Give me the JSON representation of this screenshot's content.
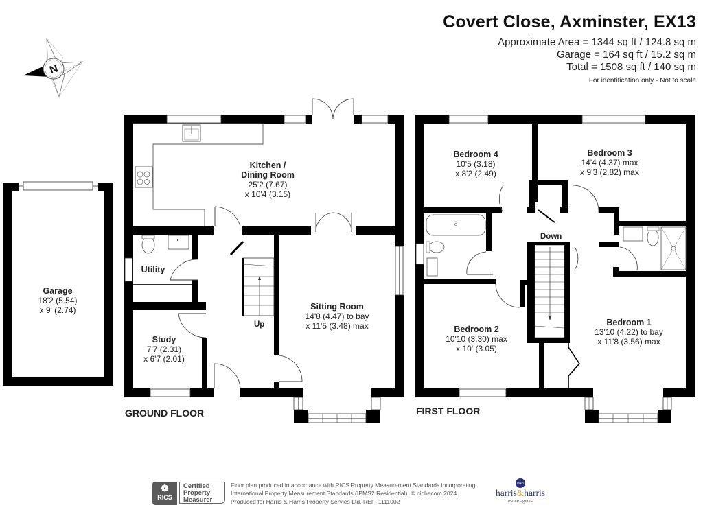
{
  "header": {
    "title": "Covert Close, Axminster, EX13",
    "approximate_area": "Approximate Area = 1344 sq ft / 124.8 sq m",
    "garage_area": "Garage = 164 sq ft / 15.2 sq m",
    "total_area": "Total = 1508 sq ft / 140 sq m",
    "note": "For identification only - Not to scale"
  },
  "compass": {
    "icon": "compass-north-icon",
    "letter": "N"
  },
  "garage": {
    "name": "Garage",
    "dim1": "18'2 (5.54)",
    "dim2": "x 9' (2.74)"
  },
  "ground_floor": {
    "label": "GROUND FLOOR",
    "stairs_label": "Up",
    "rooms": {
      "kitchen": {
        "name1": "Kitchen /",
        "name2": "Dining Room",
        "dim1": "25'2 (7.67)",
        "dim2": "x 10'4 (3.15)"
      },
      "utility": {
        "name": "Utility"
      },
      "study": {
        "name": "Study",
        "dim1": "7'7 (2.31)",
        "dim2": "x 6'7 (2.01)"
      },
      "sitting": {
        "name": "Sitting Room",
        "dim1": "14'8 (4.47) to bay",
        "dim2": "x 11'5 (3.48) max"
      }
    }
  },
  "first_floor": {
    "label": "FIRST FLOOR",
    "stairs_label": "Down",
    "rooms": {
      "bedroom4": {
        "name": "Bedroom 4",
        "dim1": "10'5 (3.18)",
        "dim2": "x 8'2 (2.49)"
      },
      "bedroom3": {
        "name": "Bedroom 3",
        "dim1": "14'4 (4.37) max",
        "dim2": "x 9'3 (2.82) max"
      },
      "bedroom2": {
        "name": "Bedroom 2",
        "dim1": "10'10 (3.30) max",
        "dim2": "x 10' (3.05)"
      },
      "bedroom1": {
        "name": "Bedroom 1",
        "dim1": "13'10 (4.22) to bay",
        "dim2": "x 11'8 (3.56) max"
      }
    }
  },
  "footer": {
    "badge_org": "RICS",
    "badge_line1": "Certified",
    "badge_line2": "Property",
    "badge_line3": "Measurer",
    "text_line1": "Floor plan produced in accordance with RICS Property Measurement Standards incorporating",
    "text_line2": "International Property Measurement Standards (IPMS2 Residential).   © nichecom 2024.",
    "text_line3": "Produced for Harris & Harris Property Servies Ltd.   REF: 1111002",
    "agent_monogram": "H&H",
    "agent_name_a": "harris",
    "agent_amp": "&",
    "agent_name_b": "harris",
    "agent_sub": "estate agents"
  },
  "colors": {
    "wall": "#000000",
    "background": "#ffffff",
    "agent_navy": "#2a2f7a",
    "agent_gold": "#c9a84a"
  }
}
